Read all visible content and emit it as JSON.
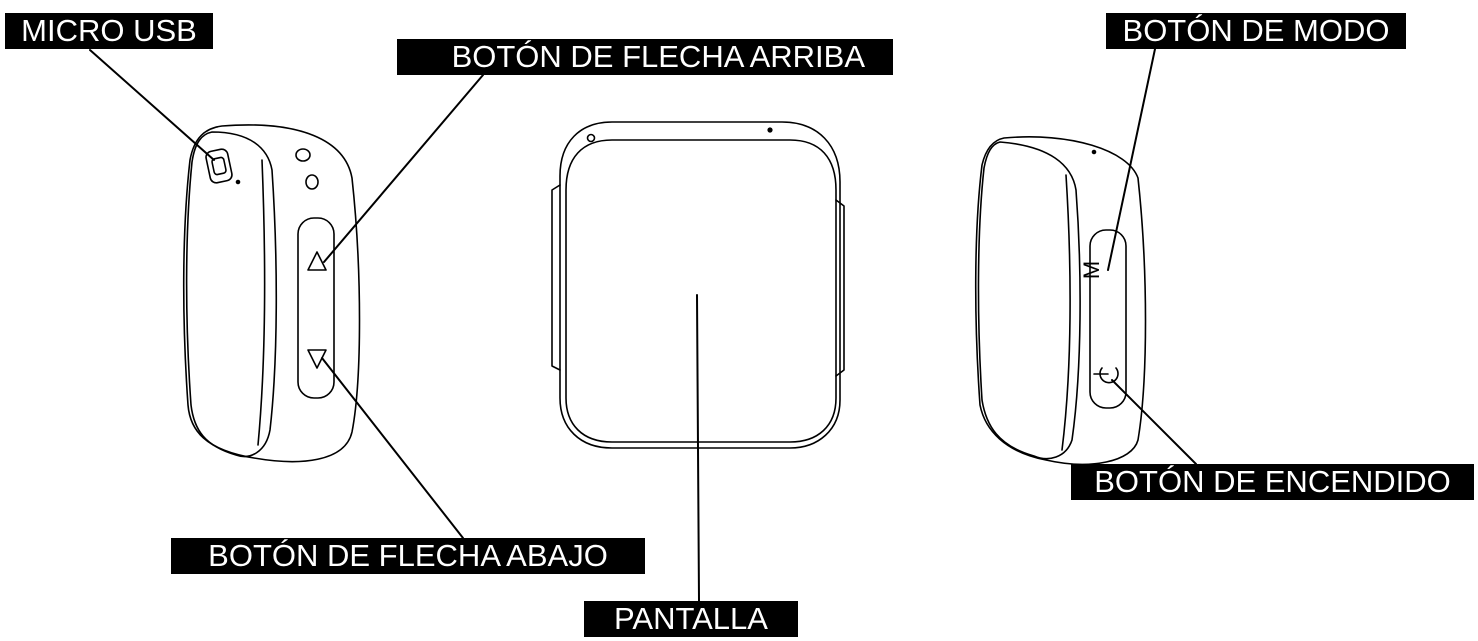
{
  "labels": {
    "micro_usb": "MICRO USB",
    "up_arrow_button": "BOTÓN DE FLECHA ARRIBA",
    "down_arrow_button": "BOTÓN DE FLECHA ABAJO",
    "screen": "PANTALLA",
    "mode_button": "BOTÓN DE MODO",
    "power_button": "BOTÓN DE ENCENDIDO"
  },
  "button_marks": {
    "mode": "M"
  },
  "colors": {
    "label_background": "#000000",
    "label_text": "#ffffff",
    "outline": "#000000",
    "background": "#ffffff"
  }
}
